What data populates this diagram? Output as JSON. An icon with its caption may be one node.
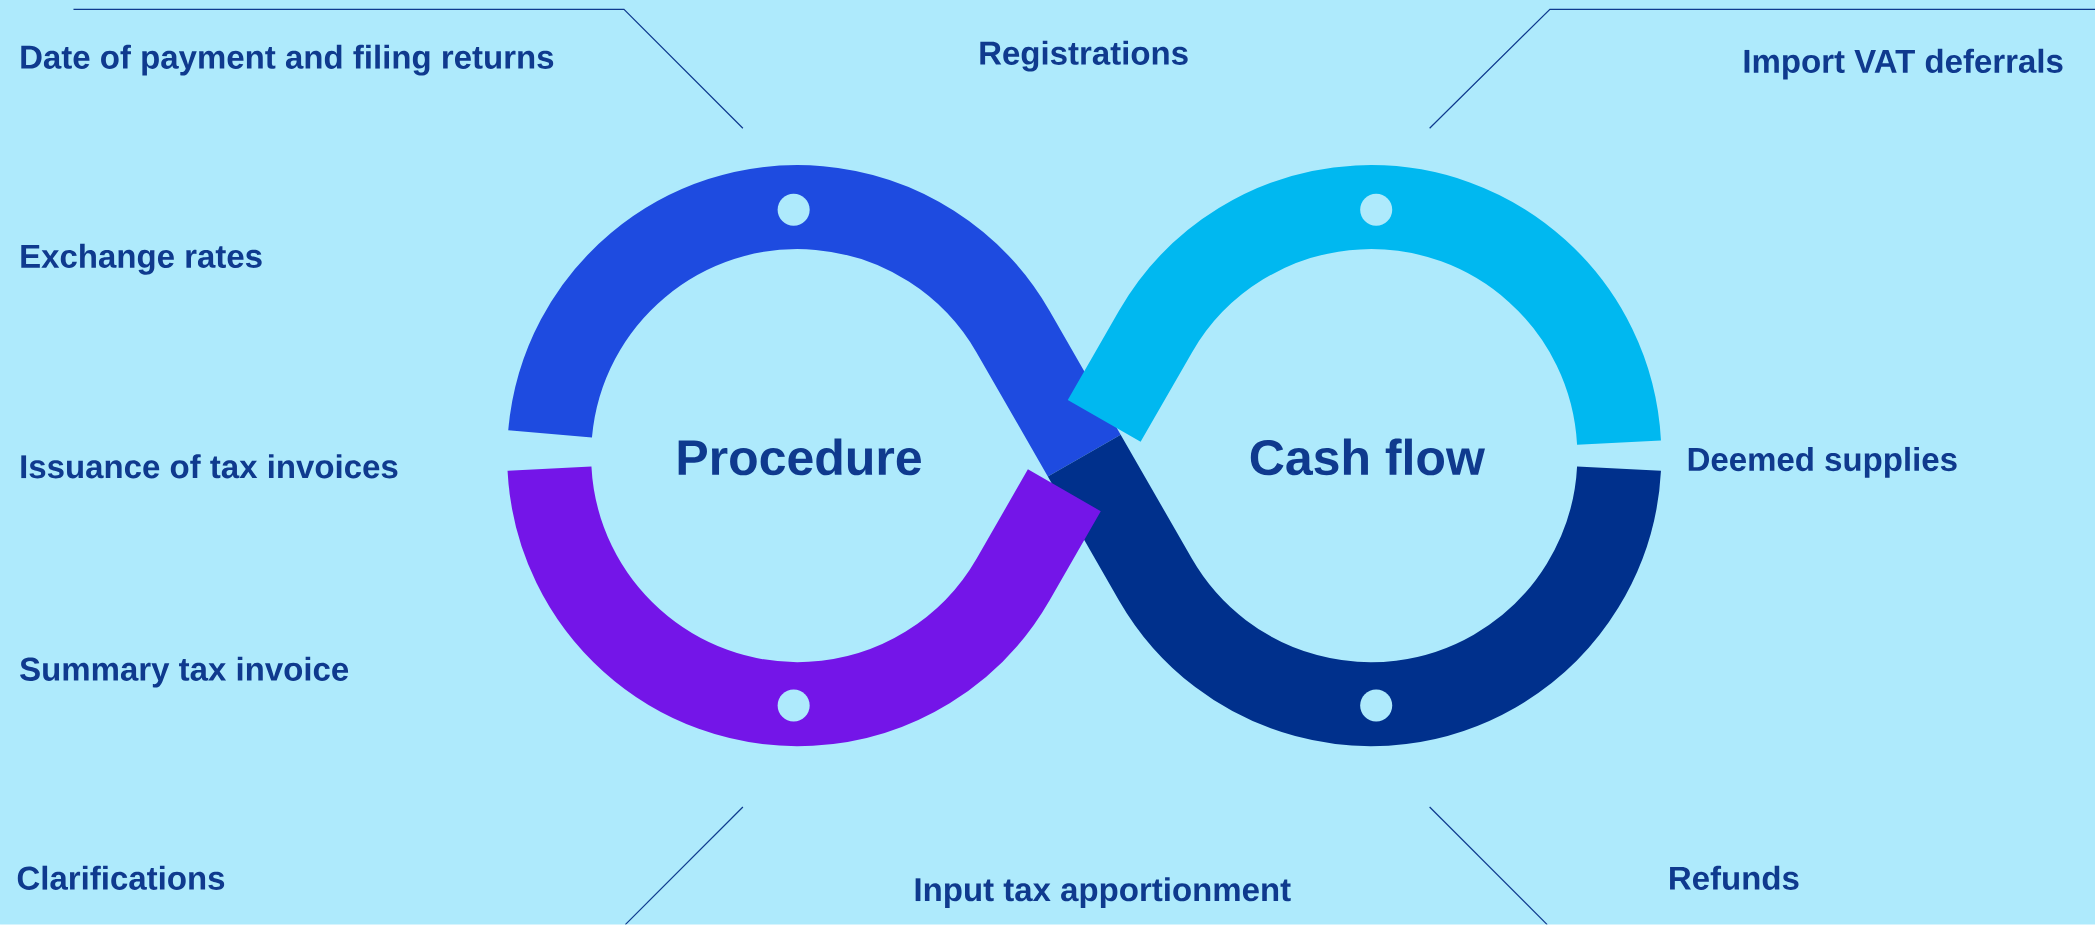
{
  "diagram": {
    "labels": [
      "Date of payment and filing returns",
      "Registrations",
      "Import VAT deferrals",
      "Exchange rates",
      "Issuance of tax invoices",
      "Procedure",
      "Cash flow",
      "Deemed supplies",
      "Summary tax invoice",
      "Clarifications",
      "Input tax apportionment",
      "Refunds"
    ]
  }
}
